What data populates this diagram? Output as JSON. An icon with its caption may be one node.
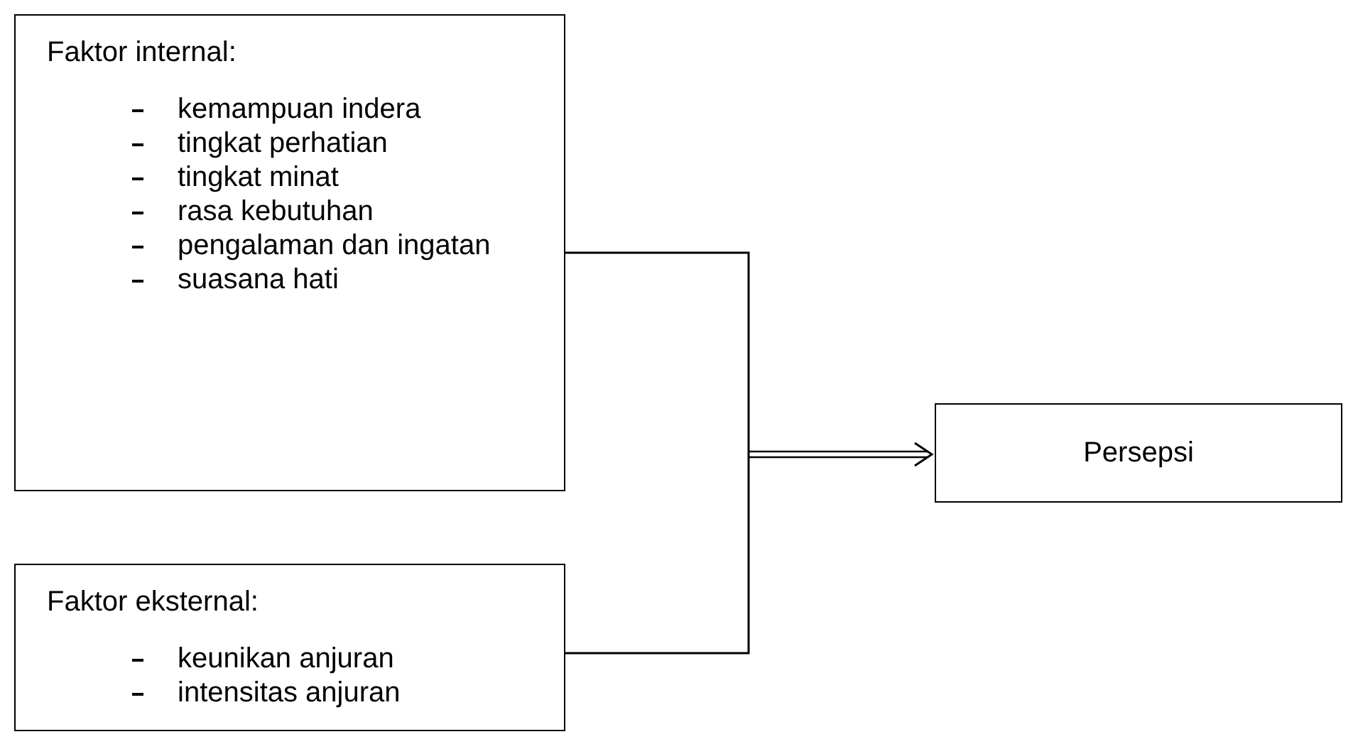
{
  "diagram": {
    "nodes": [
      {
        "text": [
          "Faktor internal:",
          "kemampuan indera",
          "tingkat perhatian",
          "tingkat minat",
          "rasa kebutuhan",
          "pengalaman dan ingatan",
          "suasana hati"
        ]
      },
      {
        "text": [
          "Faktor eksternal:",
          "keunikan anjuran",
          "intensitas anjuran"
        ]
      },
      {
        "text": [
          "Persepsi"
        ]
      }
    ],
    "edges": [
      {
        "from": 0,
        "to": 2,
        "arrow": "to"
      },
      {
        "from": 1,
        "to": 2,
        "arrow": "to"
      }
    ]
  }
}
